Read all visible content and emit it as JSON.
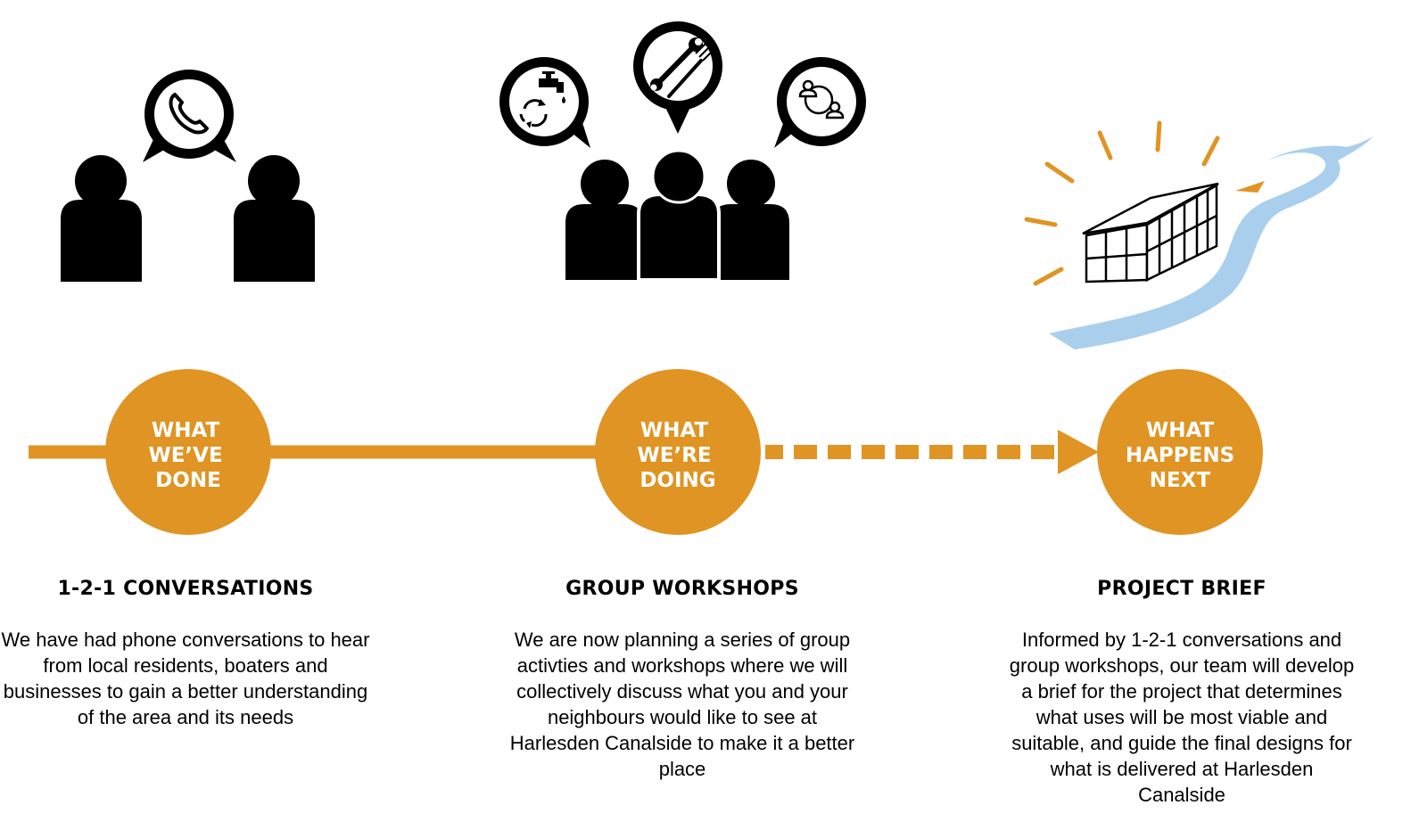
{
  "colors": {
    "accent": "#E09423",
    "black": "#000000",
    "river": "#A9CFEC",
    "white": "#FFFFFF"
  },
  "stages": [
    {
      "circle_lines": [
        "WHAT",
        "WE’VE",
        "DONE"
      ],
      "heading": "1-2-1 CONVERSATIONS",
      "text": "We have had phone conversations to hear from local residents, boaters and businesses to gain a better understanding of the area and its needs",
      "icons": [
        "person-icon",
        "person-icon",
        "phone-icon"
      ]
    },
    {
      "circle_lines": [
        "WHAT",
        "WE’RE",
        "DOING"
      ],
      "heading": "GROUP WORKSHOPS",
      "text": "We are now planning a series of group activties and workshops where we will collectively discuss what you and your neighbours would like to see at Harlesden Canalside to make it a better place",
      "icons": [
        "person-icon",
        "person-icon",
        "person-icon",
        "tap-recycle-icon",
        "wrench-fork-icon",
        "people-exchange-icon"
      ]
    },
    {
      "circle_lines": [
        "WHAT",
        "HAPPENS",
        "NEXT"
      ],
      "heading": "PROJECT BRIEF",
      "text": "Informed by 1-2-1 conversations and group workshops, our team will develop a brief for the project that determines what uses will be most viable and suitable, and guide the final designs for what is delivered at Harlesden Canalside",
      "icons": [
        "greenhouse-icon",
        "canal-icon",
        "sun-rays-icon"
      ]
    }
  ],
  "timeline": {
    "segments": [
      "solid",
      "solid",
      "dashed-arrow"
    ]
  }
}
